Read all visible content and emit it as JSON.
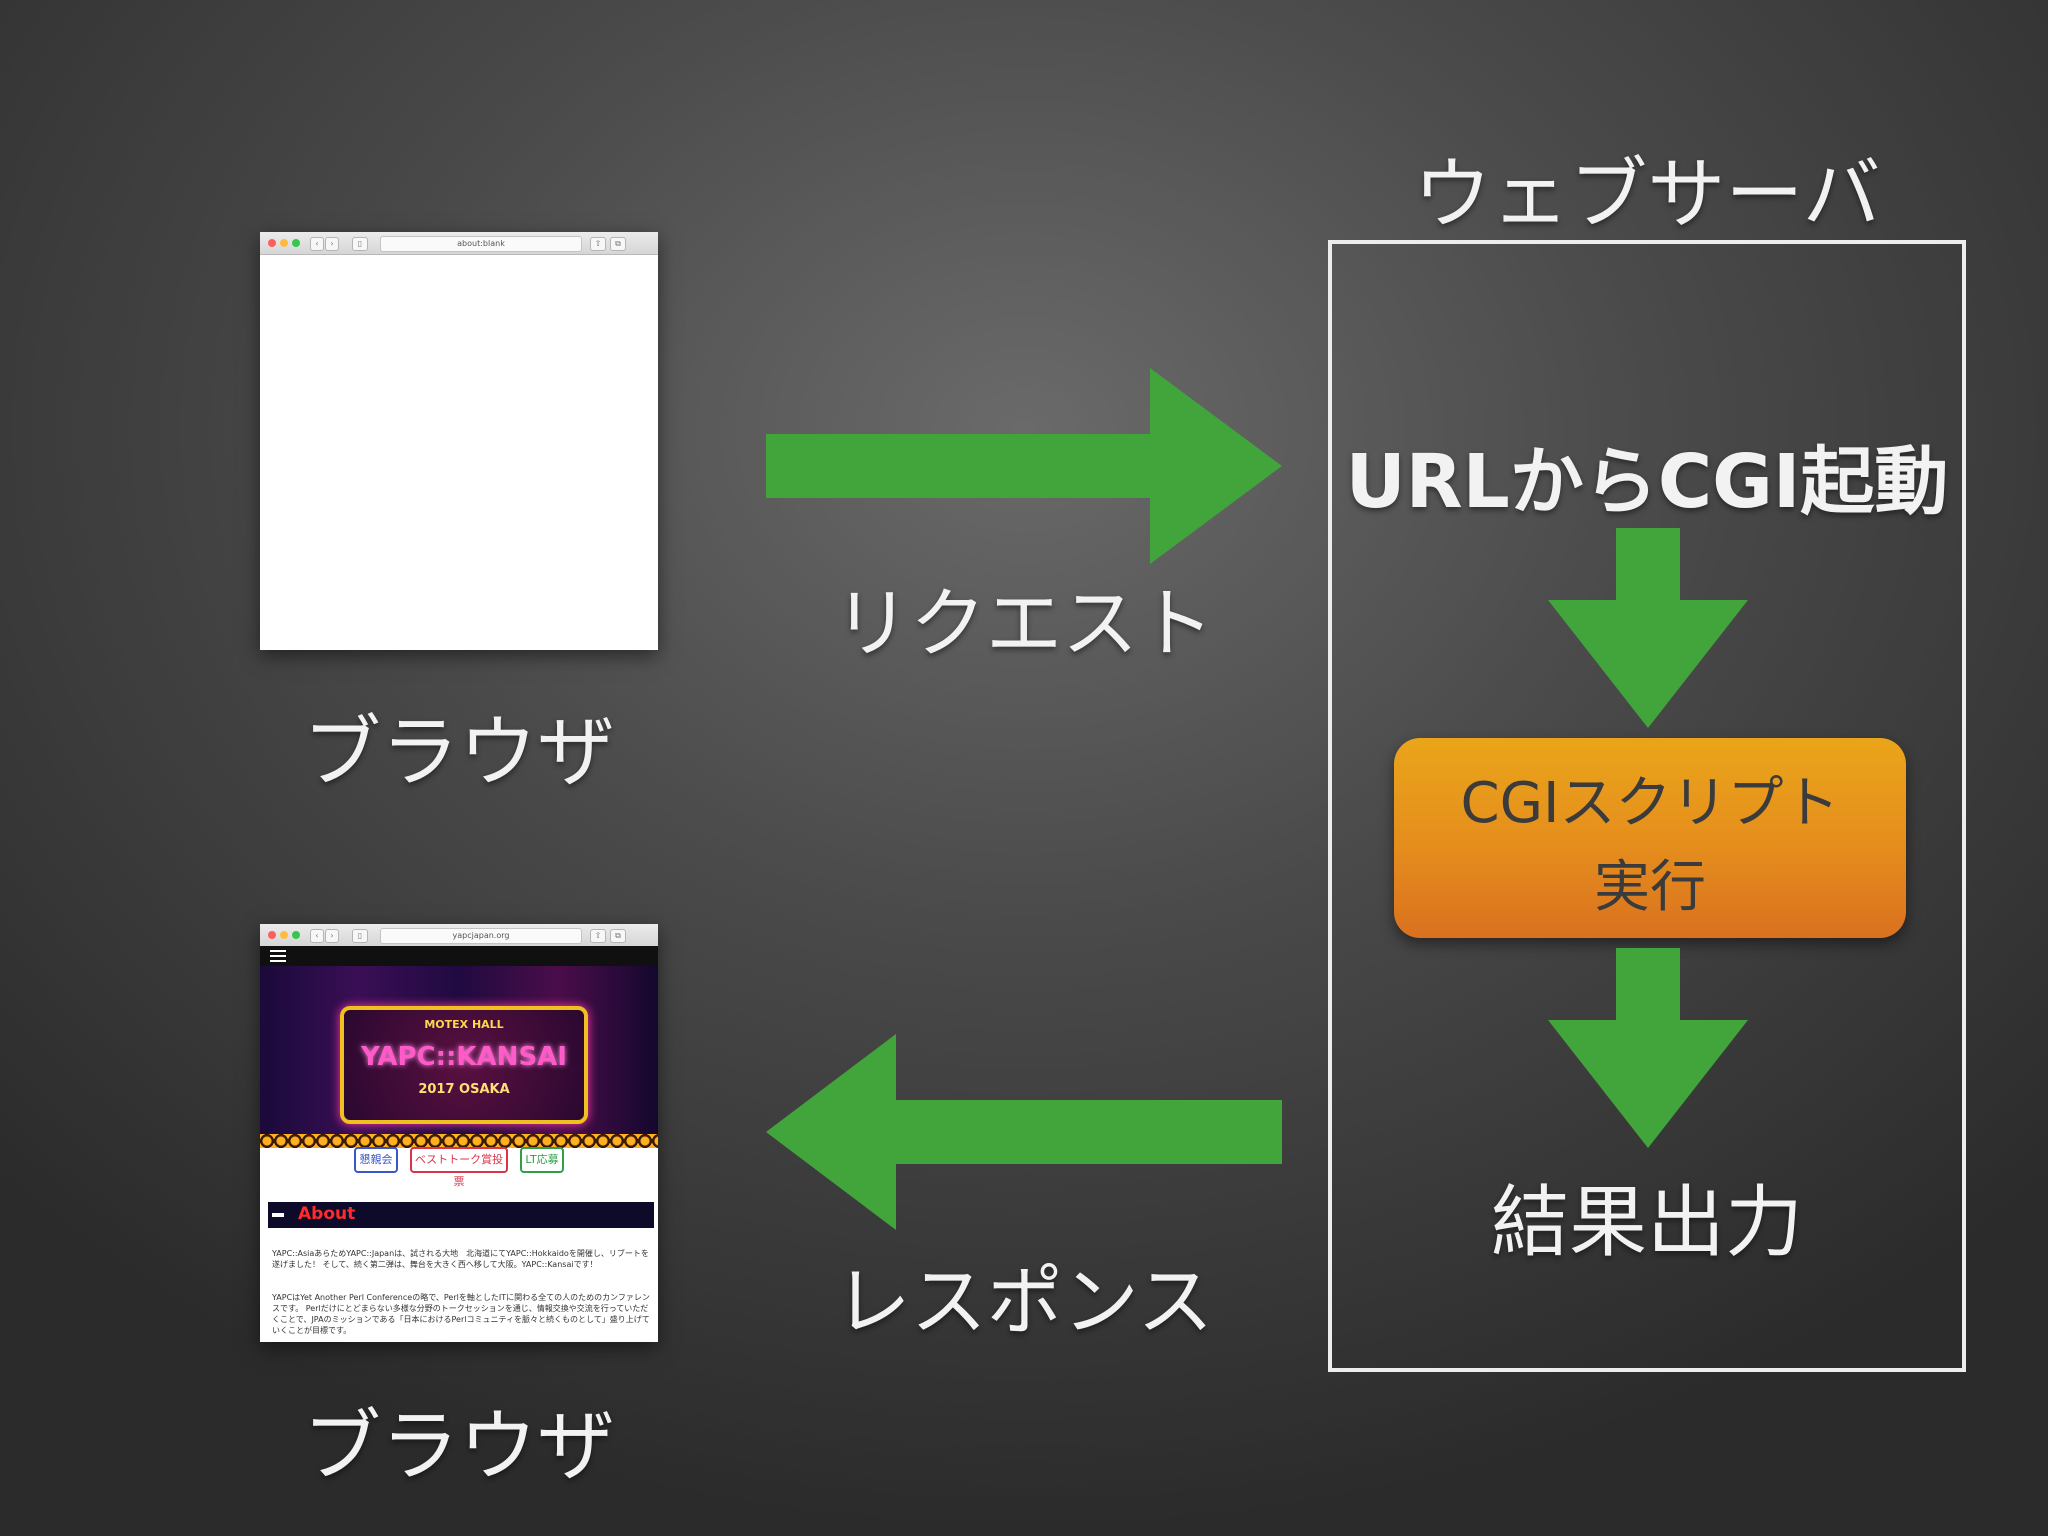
{
  "labels": {
    "browser_top": "ブラウザ",
    "browser_bottom": "ブラウザ",
    "request": "リクエスト",
    "response": "レスポンス",
    "web_server": "ウェブサーバ",
    "url_cgi": "URLからCGI起動",
    "cgi_script_line1": "CGIスクリプト",
    "cgi_script_line2": "実行",
    "result_output": "結果出力"
  },
  "browser_top_window": {
    "url": "about:blank"
  },
  "browser_bottom_window": {
    "url": "yapcjapan.org",
    "banner_title": "YAPC::KANSAI",
    "banner_subtitle": "2017 OSAKA",
    "banner_venue": "MOTEX HALL",
    "buttons": [
      "懇親会",
      "ベストトーク賞投票",
      "LT応募"
    ],
    "about_heading": "About",
    "paragraph1": "YAPC::AsiaあらためYAPC::Japanは、試される大地　北海道にてYAPC::Hokkaidoを開催し、リブートを遂げました！ そして、続く第二弾は、舞台を大きく西へ移して大阪。YAPC::Kansaiです！",
    "paragraph2": "YAPCはYet Another Perl Conferenceの略で、Perlを軸としたITに関わる全ての人のためのカンファレンスです。 Perlだけにとどまらない多様な分野のトークセッションを通じ、情報交換や交流を行っていただくことで、JPAのミッションである「日本におけるPerlコミュニティを脈々と続くものとして」盛り上げていくことが目標です。"
  },
  "colors": {
    "arrow_green": "#42a53c",
    "cgi_box_top": "#eaa51a",
    "cgi_box_bottom": "#d9711f",
    "server_border": "#ededed",
    "button_blue": "#3a57c9",
    "button_red": "#d8344a",
    "button_green": "#2f9f4a",
    "about_red": "#ff2a2a"
  }
}
